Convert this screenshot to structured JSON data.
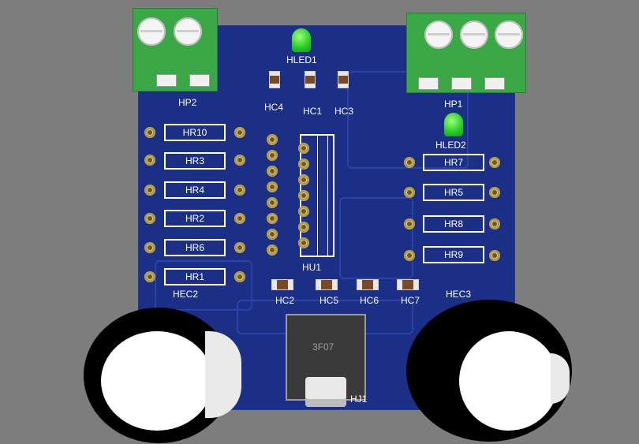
{
  "scene": {
    "title": "",
    "background": "#7d7d7d",
    "board_color": "#1b2f86",
    "silkscreen_color": "#ffffff",
    "led_color": "#22cc22"
  },
  "labels": {
    "hp2": "HP2",
    "hp1": "HP1",
    "hled1": "HLED1",
    "hled2": "HLED2",
    "hc4": "HC4",
    "hc1": "HC1",
    "hc3": "HC3",
    "hr10": "HR10",
    "hr3": "HR3",
    "hr4": "HR4",
    "hr2": "HR2",
    "hr6": "HR6",
    "hr1": "HR1",
    "hr7": "HR7",
    "hr5": "HR5",
    "hr8": "HR8",
    "hr9": "HR9",
    "hu1": "HU1",
    "hc2": "HC2",
    "hc5": "HC5",
    "hc6": "HC6",
    "hc7": "HC7",
    "hec2": "HEC2",
    "hec3": "HEC3",
    "jack_marking": "3F07",
    "hj1": "HJ1"
  }
}
